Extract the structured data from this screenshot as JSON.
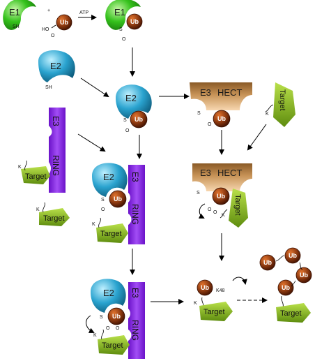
{
  "labels": {
    "e1": "E1",
    "e2": "E2",
    "e3": "E3",
    "hect": "HECT",
    "ring": "RING",
    "ub": "Ub",
    "target": "Target",
    "atp": "ATP",
    "plus": "+",
    "sh": "SH",
    "s": "S",
    "o": "O",
    "ho": "HO",
    "k": "K",
    "k48": "K48"
  },
  "colors": {
    "e1_green": "#2fbf1a",
    "e2_blue": "#2a9ec8",
    "e3_ring_purple": "#8a2be2",
    "e3_hect_brown": "#a8773f",
    "e3_hect_light": "#f2c79a",
    "ub_brown": "#7a2a0c",
    "target_green": "#7cae1c"
  }
}
